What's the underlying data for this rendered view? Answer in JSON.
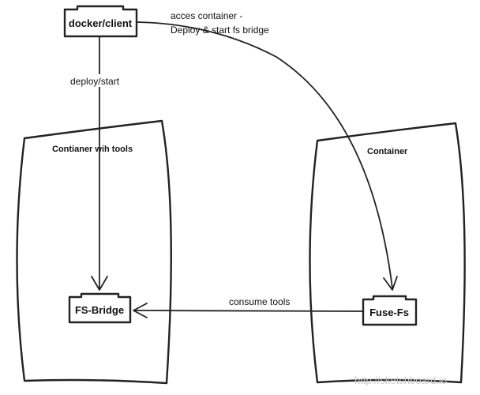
{
  "diagram": {
    "nodes": {
      "client": {
        "label": "docker/client"
      },
      "bridge": {
        "label": "FS-Bridge"
      },
      "fuse": {
        "label": "Fuse-Fs"
      }
    },
    "containers": {
      "tools": {
        "label": "Contianer wih tools"
      },
      "target": {
        "label": "Container"
      }
    },
    "edges": {
      "deploy": {
        "label": "deploy/start"
      },
      "access": {
        "line1": "acces container -",
        "line2": "Deploy & start fs bridge"
      },
      "consume": {
        "label": "consume tools"
      }
    }
  },
  "watermark": "http://sketchboard.io"
}
